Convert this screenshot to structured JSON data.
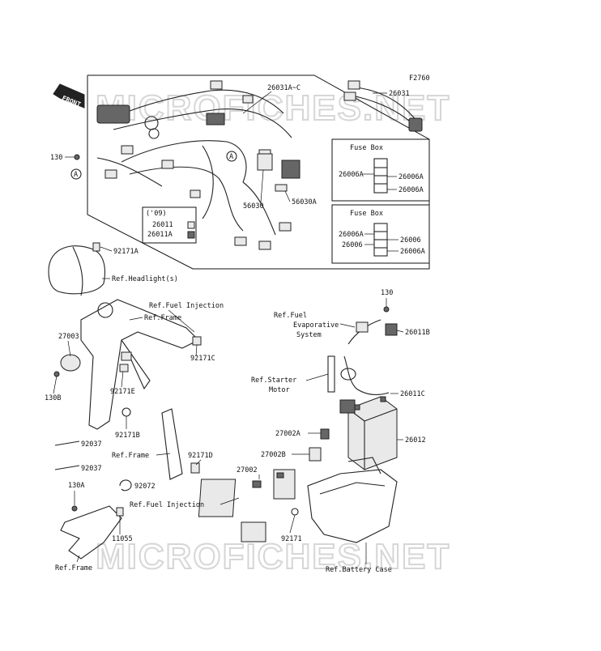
{
  "diagram": {
    "figure_id": "F2760",
    "watermark": "MICROFICHES.NET",
    "front_label": "FRONT",
    "ref_marker": "A",
    "year_note": "('09)",
    "fuse_box_1": {
      "title": "Fuse Box",
      "left_label": "26006A",
      "right_labels": [
        "26006A",
        "26006A"
      ]
    },
    "fuse_box_2": {
      "title": "Fuse Box",
      "left_labels": [
        "26006A",
        "26006"
      ],
      "right_labels": [
        "26006",
        "26006A"
      ]
    },
    "labels": {
      "p26031ac": "26031A~C",
      "p26031": "26031",
      "p130_top": "130",
      "p56030": "56030",
      "p56030a": "56030A",
      "p26011": "26011",
      "p26011a": "26011A",
      "p92171a": "92171A",
      "ref_headlight": "Ref.Headlight(s)",
      "ref_fuel_injection_top": "Ref.Fuel Injection",
      "ref_frame_top": "Ref.Frame",
      "p27003": "27003",
      "p92171c": "92171C",
      "p130b": "130B",
      "p92171e": "92171E",
      "p92171b": "92171B",
      "p92037_a": "92037",
      "p92037_b": "92037",
      "ref_frame_mid": "Ref.Frame",
      "p92171d": "92171D",
      "p92072": "92072",
      "p130a": "130A",
      "ref_fuel_injection_bottom": "Ref.Fuel Injection",
      "p11055": "11055",
      "ref_frame_bottom": "Ref.Frame",
      "p130_right": "130",
      "ref_fuel_evap_1": "Ref.Fuel",
      "ref_fuel_evap_2": "Evaporative",
      "ref_fuel_evap_3": "System",
      "p26011b": "26011B",
      "ref_starter_1": "Ref.Starter",
      "ref_starter_2": "Motor",
      "p26011c": "26011C",
      "p27002a": "27002A",
      "p26012": "26012",
      "p27002b": "27002B",
      "p27002": "27002",
      "p92171": "92171",
      "ref_battery_case": "Ref.Battery Case"
    }
  }
}
